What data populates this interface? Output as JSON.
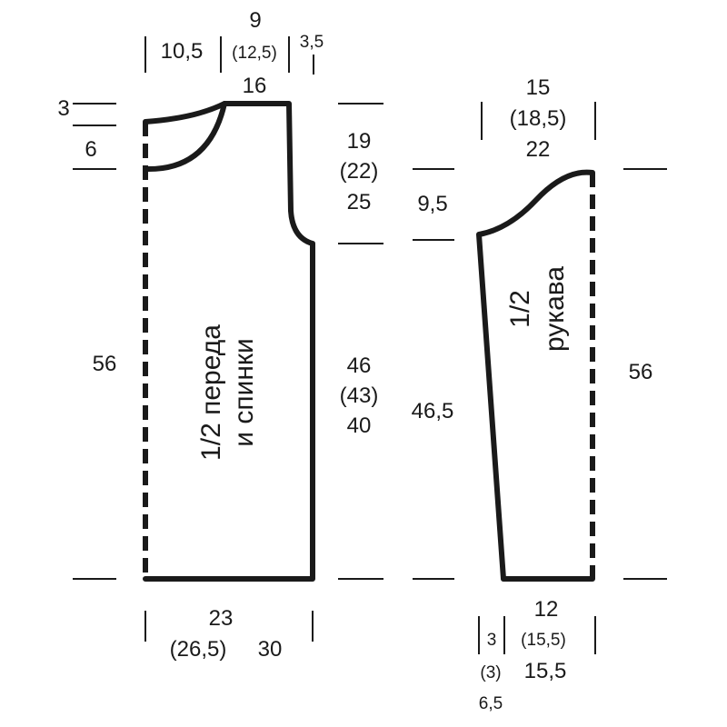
{
  "colors": {
    "ink": "#1a1a1a",
    "background": "#ffffff"
  },
  "body_piece": {
    "label_line1": "1/2 переда",
    "label_line2": "и спинки",
    "top_width_total": "9",
    "shoulder_left": "10,5",
    "neck_width": "(12,5)",
    "shoulder_right": "3,5",
    "neck_back_width": "16",
    "neck_depth_back": "3",
    "neck_depth_front": "6",
    "armhole_1": "19",
    "armhole_2": "(22)",
    "armhole_3": "25",
    "side_1": "46",
    "side_2": "(43)",
    "side_3": "40",
    "total_height": "56",
    "bottom_1": "23",
    "bottom_2": "(26,5)",
    "bottom_3": "30"
  },
  "sleeve_piece": {
    "label_line1": "1/2",
    "label_line2": "рукава",
    "top_1": "15",
    "top_2": "(18,5)",
    "top_3": "22",
    "cap_height": "9,5",
    "length": "46,5",
    "total_height": "56",
    "cuff_1": "12",
    "cuff_2": "(15,5)",
    "cuff_3": "15,5",
    "inc_1": "3",
    "inc_2": "(3)",
    "inc_3": "6,5"
  }
}
